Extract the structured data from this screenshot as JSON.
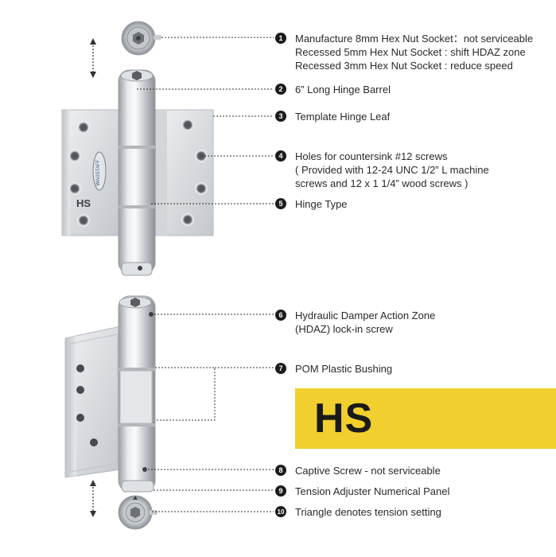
{
  "callouts": [
    {
      "number": "1",
      "lines": [
        "Manufacture 8mm Hex Nut Socket：not serviceable",
        "Recessed 5mm Hex Nut Socket : shift HDAZ zone",
        "Recessed 3mm Hex Nut Socket : reduce speed"
      ]
    },
    {
      "number": "2",
      "lines": [
        "6” Long Hinge Barrel"
      ]
    },
    {
      "number": "3",
      "lines": [
        "Template Hinge Leaf"
      ]
    },
    {
      "number": "4",
      "lines": [
        "Holes for countersink #12 screws",
        "( Provided with 12-24 UNC 1/2” L machine",
        "screws and 12 x 1 1/4” wood screws )"
      ]
    },
    {
      "number": "5",
      "lines": [
        "Hinge Type"
      ]
    },
    {
      "number": "6",
      "lines": [
        "Hydraulic Damper Action Zone",
        "(HDAZ) lock-in screw"
      ]
    },
    {
      "number": "7",
      "lines": [
        "POM Plastic Bushing"
      ]
    },
    {
      "number": "8",
      "lines": [
        "Captive Screw - not serviceable"
      ]
    },
    {
      "number": "9",
      "lines": [
        "Tension Adjuster Numerical Panel"
      ]
    },
    {
      "number": "10",
      "lines": [
        "Triangle denotes tension setting"
      ]
    }
  ],
  "hinge_leaf_label": "HS",
  "brand_logo_text": "WAGSTAFF",
  "banner": {
    "text": "HS",
    "color": "#f0cf2e"
  }
}
